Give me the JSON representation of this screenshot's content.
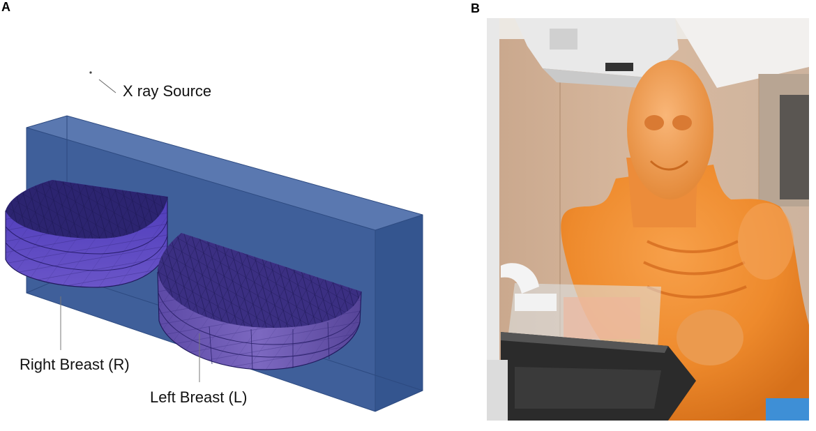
{
  "panels": {
    "a": {
      "letter": "A"
    },
    "b": {
      "letter": "B"
    }
  },
  "labels": {
    "xray_source": "X ray Source",
    "right_breast": "Right Breast (R)",
    "left_breast": "Left Breast (L)"
  },
  "colors": {
    "slab": "#3f5f9a",
    "breast_dark": "#2c2470",
    "breast_mid": "#5a3ea8",
    "phantom": "#ee8a2c"
  }
}
